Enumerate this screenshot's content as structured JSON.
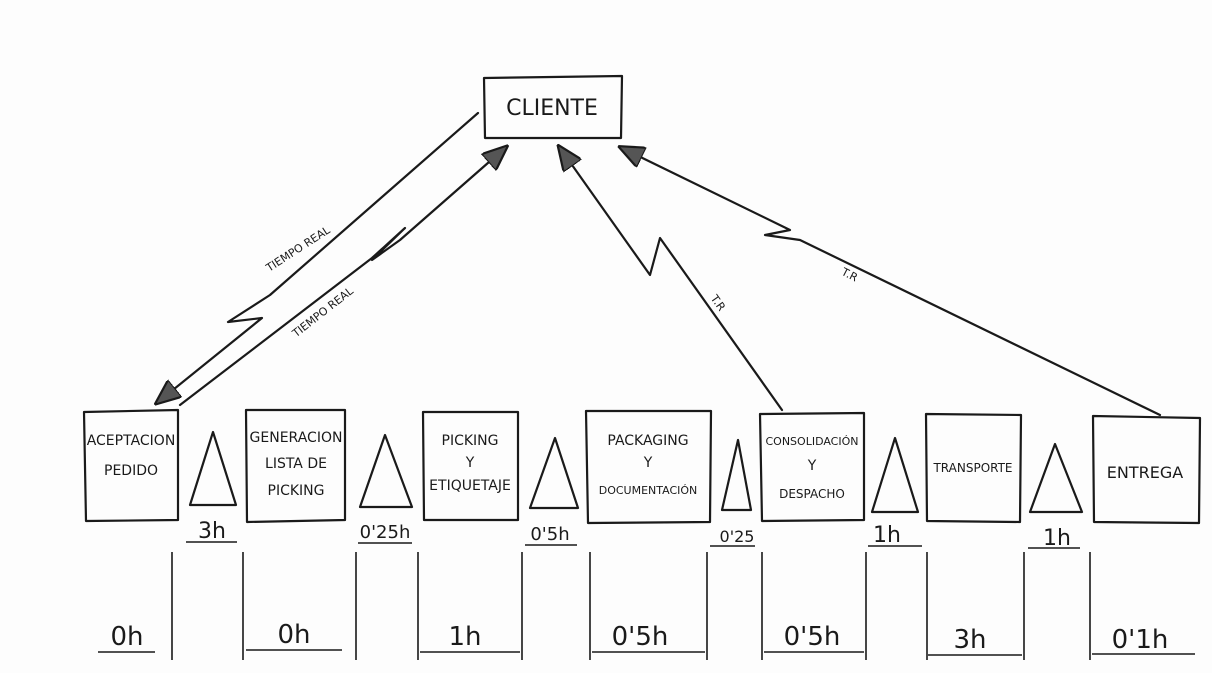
{
  "client": {
    "label": "CLIENTE"
  },
  "info_flows": [
    {
      "label": "TIEMPO REAL"
    },
    {
      "label": "TIEMPO REAL"
    },
    {
      "label": "T.R"
    },
    {
      "label": "T.R"
    }
  ],
  "processes": [
    {
      "lines": [
        "ACEPTACION",
        "PEDIDO"
      ]
    },
    {
      "lines": [
        "GENERACION",
        "LISTA DE",
        "PICKING"
      ]
    },
    {
      "lines": [
        "PICKING",
        "Y",
        "ETIQUETAJE"
      ]
    },
    {
      "lines": [
        "PACKAGING",
        "Y",
        "DOCUMENTACIÓN"
      ]
    },
    {
      "lines": [
        "CONSOLIDACIÓN",
        "Y",
        "DESPACHO"
      ]
    },
    {
      "lines": [
        "TRANSPORTE"
      ]
    },
    {
      "lines": [
        "ENTREGA"
      ]
    }
  ],
  "inventory_waits": [
    "3h",
    "0'25h",
    "0'5h",
    "0'25",
    "1h",
    "1h"
  ],
  "process_times": [
    "0h",
    "0h",
    "1h",
    "0'5h",
    "0'5h",
    "3h",
    "0'1h"
  ]
}
